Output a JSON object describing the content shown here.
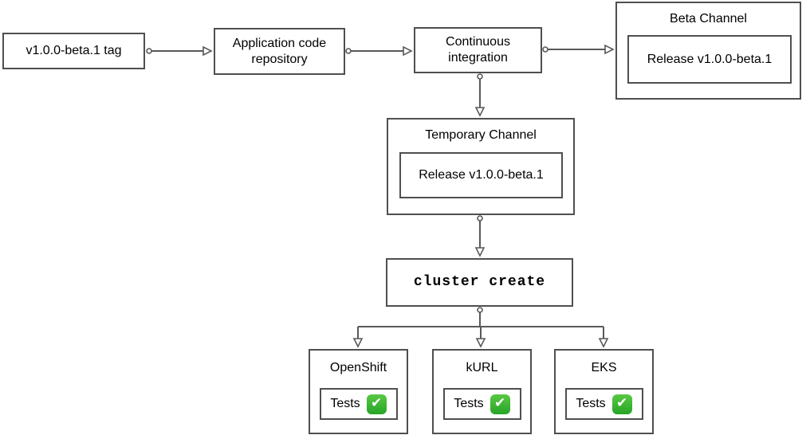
{
  "nodes": {
    "tag": {
      "label": "v1.0.0-beta.1 tag"
    },
    "app_repo": {
      "label": "Application code repository"
    },
    "ci": {
      "label": "Continuous integration"
    },
    "beta_channel": {
      "title": "Beta Channel",
      "release_label": "Release v1.0.0-beta.1"
    },
    "temp_channel": {
      "title": "Temporary Channel",
      "release_label": "Release v1.0.0-beta.1"
    },
    "cluster_create": {
      "label": "cluster create"
    },
    "openshift": {
      "title": "OpenShift",
      "tests_label": "Tests",
      "status_icon": "green-check-icon",
      "check_glyph": "✔"
    },
    "kurl": {
      "title": "kURL",
      "tests_label": "Tests",
      "status_icon": "green-check-icon",
      "check_glyph": "✔"
    },
    "eks": {
      "title": "EKS",
      "tests_label": "Tests",
      "status_icon": "green-check-icon",
      "check_glyph": "✔"
    }
  },
  "edges": [
    {
      "from": "tag",
      "to": "app_repo"
    },
    {
      "from": "app_repo",
      "to": "ci"
    },
    {
      "from": "ci",
      "to": "beta_channel"
    },
    {
      "from": "ci",
      "to": "temp_channel"
    },
    {
      "from": "temp_channel",
      "to": "cluster_create"
    },
    {
      "from": "cluster_create",
      "to": "openshift"
    },
    {
      "from": "cluster_create",
      "to": "kurl"
    },
    {
      "from": "cluster_create",
      "to": "eks"
    }
  ],
  "colors": {
    "box_border": "#4f4f4f",
    "connector": "#595959",
    "text": "#000000",
    "background": "#ffffff",
    "check_green_top": "#58c943",
    "check_green_bottom": "#28a428",
    "check_mark": "#ffffff"
  }
}
